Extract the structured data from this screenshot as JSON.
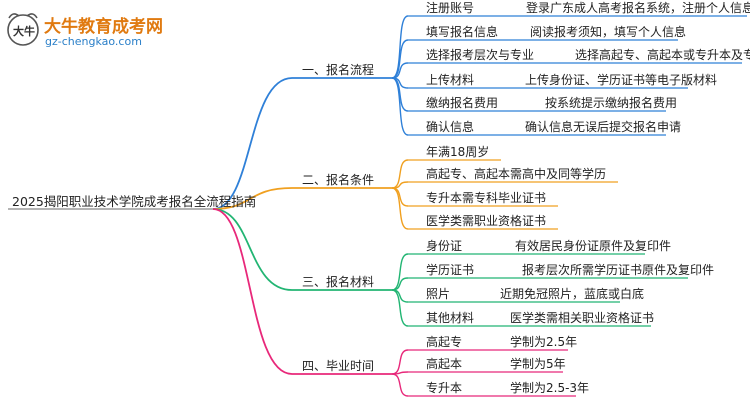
{
  "logo": {
    "title": "大牛教育成考网",
    "url": "gz-chengkao.com",
    "mark_text": "大牛"
  },
  "root": "2025揭阳职业技术学院成考报名全流程指南",
  "branches": [
    {
      "label": "一、报名流程",
      "color": "#2f80d8",
      "items": [
        {
          "key": "注册账号",
          "value": "登录广东成人高考报名系统，注册个人信息"
        },
        {
          "key": "填写报名信息",
          "value": "阅读报考须知，填写个人信息"
        },
        {
          "key": "选择报考层次与专业",
          "value": "选择高起专、高起本或专升本及专业"
        },
        {
          "key": "上传材料",
          "value": "上传身份证、学历证书等电子版材料"
        },
        {
          "key": "缴纳报名费用",
          "value": "按系统提示缴纳报名费用"
        },
        {
          "key": "确认信息",
          "value": "确认信息无误后提交报名申请"
        }
      ]
    },
    {
      "label": "二、报名条件",
      "color": "#f0a020",
      "items": [
        {
          "key": "年满18周岁"
        },
        {
          "key": "高起专、高起本需高中及同等学历"
        },
        {
          "key": "专升本需专科毕业证书"
        },
        {
          "key": "医学类需职业资格证书"
        }
      ]
    },
    {
      "label": "三、报名材料",
      "color": "#22b573",
      "items": [
        {
          "key": "身份证",
          "value": "有效居民身份证原件及复印件"
        },
        {
          "key": "学历证书",
          "value": "报考层次所需学历证书原件及复印件"
        },
        {
          "key": "照片",
          "value": "近期免冠照片，蓝底或白底"
        },
        {
          "key": "其他材料",
          "value": "医学类需相关职业资格证书"
        }
      ]
    },
    {
      "label": "四、毕业时间",
      "color": "#e8287a",
      "items": [
        {
          "key": "高起专",
          "value": "学制为2.5年"
        },
        {
          "key": "高起本",
          "value": "学制为5年"
        },
        {
          "key": "专升本",
          "value": "学制为2.5-3年"
        }
      ]
    }
  ]
}
